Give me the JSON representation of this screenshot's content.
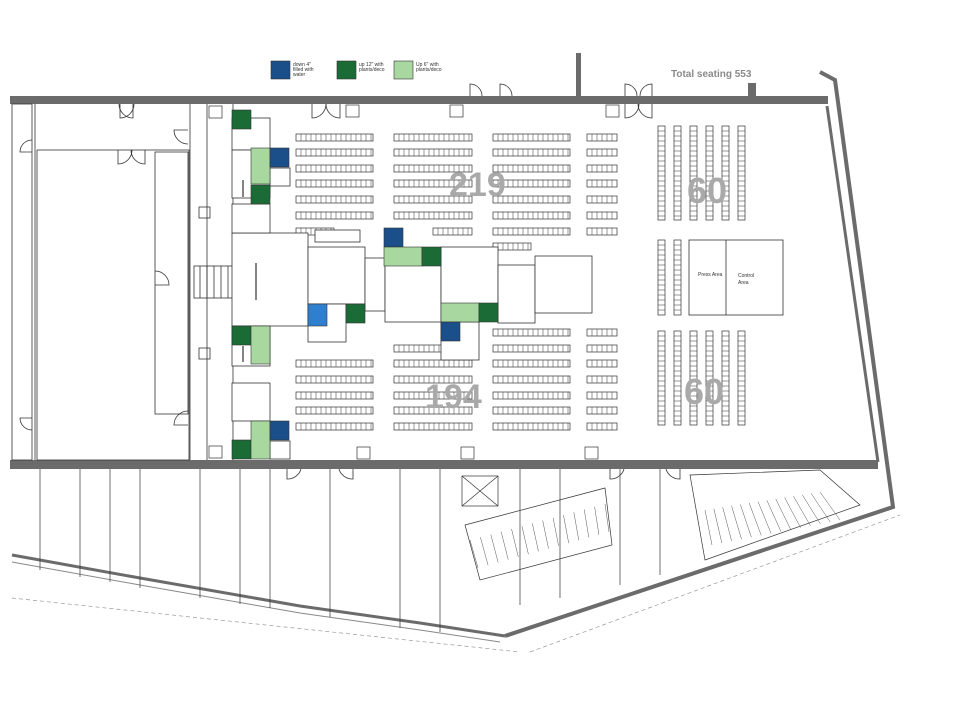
{
  "legend": [
    {
      "color": "#1b4f8a",
      "lines": [
        "down 4\"",
        "filled with",
        "water"
      ]
    },
    {
      "color": "#1a6b35",
      "lines": [
        "up 12\" with",
        "plants/deco"
      ]
    },
    {
      "color": "#a8d8a0",
      "lines": [
        "Up 6\" with",
        "plants/deco"
      ]
    }
  ],
  "total_seating": "Total seating 553",
  "seat_counts": {
    "top_center": "219",
    "bottom_center": "194",
    "right_top": "60",
    "right_bottom": "60"
  },
  "areas": {
    "press_area": "Press Area",
    "control_area_line1": "Control",
    "control_area_line2": "Area"
  },
  "colors": {
    "wall": "#6b6b6b",
    "line": "#333333",
    "water": "#1b4f8a",
    "water_light": "#2f7fd1",
    "dark_green": "#1a6b35",
    "light_green": "#a8d8a0",
    "seat_count": "#a9a9a9"
  }
}
